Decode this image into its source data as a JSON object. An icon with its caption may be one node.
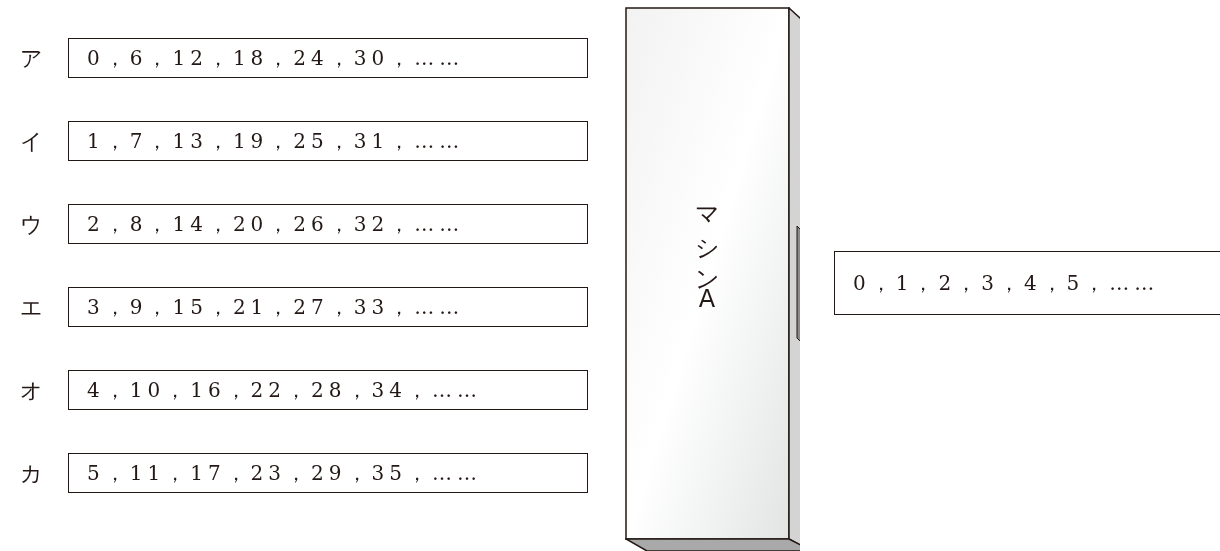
{
  "diagram": {
    "nodes": [
      {
        "text": [
          "0，6，12，18，24，30，……"
        ],
        "beside": [
          "ア"
        ]
      },
      {
        "text": [
          "1，7，13，19，25，31，……"
        ],
        "beside": [
          "イ"
        ]
      },
      {
        "text": [
          "2，8，14，20，26，32，……"
        ],
        "beside": [
          "ウ"
        ]
      },
      {
        "text": [
          "3，9，15，21，27，33，……"
        ],
        "beside": [
          "エ"
        ]
      },
      {
        "text": [
          "4，10，16，22，28，34，……"
        ],
        "beside": [
          "オ"
        ]
      },
      {
        "text": [
          "5，11，17，23，29，35，……"
        ],
        "beside": [
          "カ"
        ]
      },
      {
        "text": [
          "マシンA"
        ]
      },
      {
        "text": [
          "0，1，2，3，4，5，……"
        ]
      }
    ]
  }
}
